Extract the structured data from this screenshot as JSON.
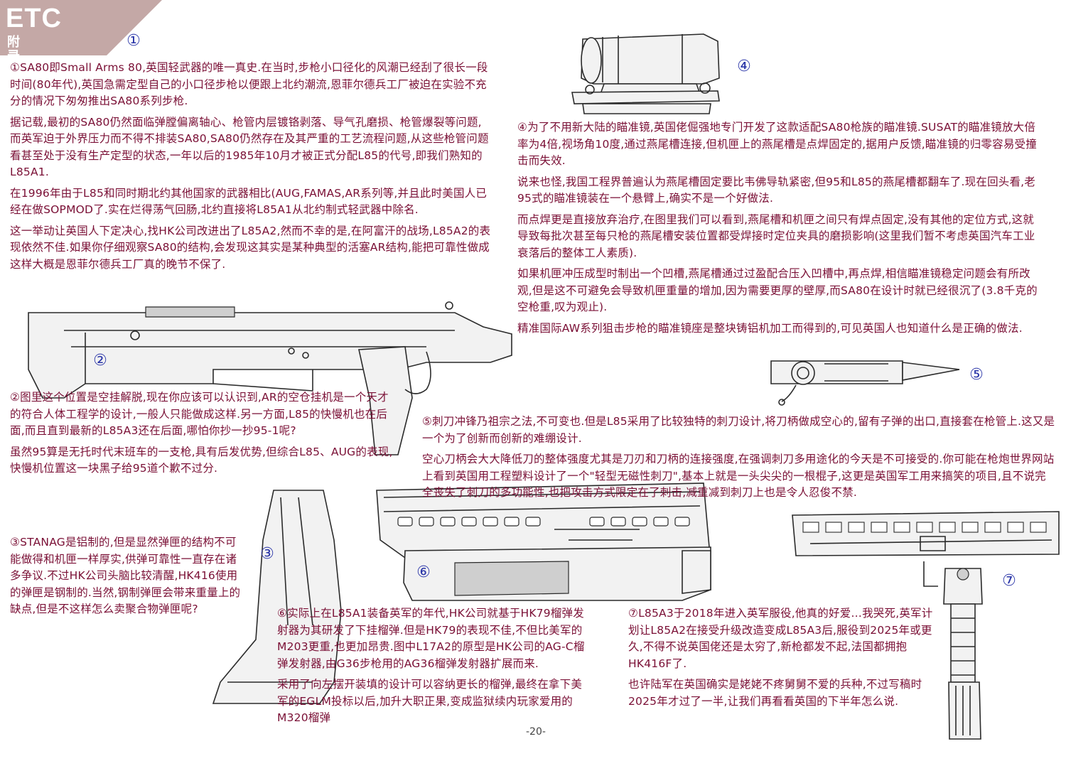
{
  "corner": {
    "title": "ETC",
    "subtitle": "附录",
    "color": "#c4a8a6"
  },
  "badges": {
    "b1": "①",
    "b2": "②",
    "b3": "③",
    "b4": "④",
    "b5": "⑤",
    "b6": "⑥",
    "b7": "⑦"
  },
  "sec1": {
    "p1": "①SA80即Small Arms 80,英国轻武器的唯一真史.在当时,步枪小口径化的风潮已经刮了很长一段时间(80年代),英国急需定型自己的小口径步枪以便跟上北约潮流,恩菲尔德兵工厂被迫在实验不充分的情况下匆匆推出SA80系列步枪.",
    "p2": "据记载,最初的SA80仍然面临弹膛偏离轴心、枪管内层镀铬剥落、导气孔磨损、枪管爆裂等问题,而英军迫于外界压力而不得不排装SA80,SA80仍然存在及其严重的工艺流程问题,从这些枪管问题看甚至处于没有生产定型的状态,一年以后的1985年10月才被正式分配L85的代号,即我们熟知的L85A1.",
    "p3": "在1996年由于L85和同时期北约其他国家的武器相比(AUG,FAMAS,AR系列等,并且此时美国人已经在做SOPMOD了.实在烂得荡气回肠,北约直接将L85A1从北约制式轻武器中除名.",
    "p4": "这一举动让英国人下定决心,找HK公司改进出了L85A2,然而不幸的是,在阿富汗的战场,L85A2的表现依然不佳.如果你仔细观察SA80的结构,会发现这其实是某种典型的活塞AR结构,能把可靠性做成这样大概是恩菲尔德兵工厂真的晚节不保了."
  },
  "sec2": {
    "p1": "②图里这个位置是空挂解脱,现在你应该可以认识到,AR的空仓挂机是一个天才的符合人体工程学的设计,一般人只能做成这样.另一方面,L85的快慢机也在后面,而且直到最新的L85A3还在后面,哪怕你抄一抄95-1呢?",
    "p2": "虽然95算是无托时代末班车的一支枪,具有后发优势,但综合L85、AUG的表现,快慢机位置这一块黑子给95道个歉不过分."
  },
  "sec3": {
    "p1": "③STANAG是铝制的,但是显然弹匣的结构不可能做得和机匣一样厚实,供弹可靠性一直存在诸多争议.不过HK公司头脑比较清醒,HK416使用的弹匣是钢制的.当然,钢制弹匣会带来重量上的缺点,但是不这样怎么卖聚合物弹匣呢?"
  },
  "sec4": {
    "p1": "④为了不用新大陆的瞄准镜,英国佬倔强地专门开发了这款适配SA80枪族的瞄准镜.SUSAT的瞄准镜放大倍率为4倍,视场角10度,通过燕尾槽连接,但机匣上的燕尾槽是点焊固定的,据用户反馈,瞄准镜的归零容易受撞击而失效.",
    "p2": "说来也怪,我国工程界普遍认为燕尾槽固定要比韦佛导轨紧密,但95和L85的燕尾槽都翻车了.现在回头看,老95式的瞄准镜装在一个悬臂上,确实不是一个好做法.",
    "p3": "而点焊更是直接放弃治疗,在图里我们可以看到,燕尾槽和机匣之间只有焊点固定,没有其他的定位方式,这就导致每批次甚至每只枪的燕尾槽安装位置都受焊接时定位夹具的磨损影响(这里我们暂不考虑英国汽车工业衰落后的整体工人素质).",
    "p4": "如果机匣冲压成型时制出一个凹槽,燕尾槽通过过盈配合压入凹槽中,再点焊,相信瞄准镜稳定问题会有所改观,但是这不可避免会导致机匣重量的增加,因为需要更厚的壁厚,而SA80在设计时就已经很沉了(3.8千克的空枪重,叹为观止).",
    "p5": "精准国际AW系列狙击步枪的瞄准镜座是整块铸铝机加工而得到的,可见英国人也知道什么是正确的做法."
  },
  "sec5": {
    "p1": "⑤刺刀冲锋乃祖宗之法,不可变也.但是L85采用了比较独特的刺刀设计,将刀柄做成空心的,留有子弹的出口,直接套在枪管上.这又是一个为了创新而创新的难绷设计.",
    "p2": "空心刀柄会大大降低刀的整体强度尤其是刀刃和刀柄的连接强度,在强调刺刀多用途化的今天是不可接受的.你可能在枪炮世界网站上看到英国用工程塑料设计了一个\"轻型无磁性刺刀\",基本上就是一头尖尖的一根棍子,这更是英国军工用来搞笑的项目,且不说完全丧失了刺刀的多功能性,也把攻击方式限定在了刺击,减重减到刺刀上也是令人忍俊不禁."
  },
  "sec6": {
    "p1": "⑥实际上在L85A1装备英军的年代,HK公司就基于HK79榴弹发射器为其研发了下挂榴弹.但是HK79的表现不佳,不但比美军的M203更重,也更加昂贵.图中L17A2的原型是HK公司的AG-C榴弹发射器,由G36步枪用的AG36榴弹发射器扩展而来.",
    "p2": "采用了向左摆开装填的设计可以容纳更长的榴弹,最终在拿下美军的EGLM投标以后,加升大职正果,变成监狱续内玩家爱用的M320榴弹"
  },
  "sec7": {
    "p1": "⑦L85A3于2018年进入英军服役,他真的好爱…我哭死,英军计划让L85A2在接受升级改造变成L85A3后,服役到2025年或更久,不得不说英国佬还是太穷了,新枪都发不起,法国都拥抱HK416F了.",
    "p2": "也许陆军在英国确实是姥姥不疼舅舅不爱的兵种,不过写稿时2025年才过了一半,让我们再看看英国的下半年怎么说."
  },
  "page_number": "-20-",
  "colors": {
    "text": "#7a0f35",
    "badge": "#2a35a8",
    "ink": "#2b2b2b"
  }
}
